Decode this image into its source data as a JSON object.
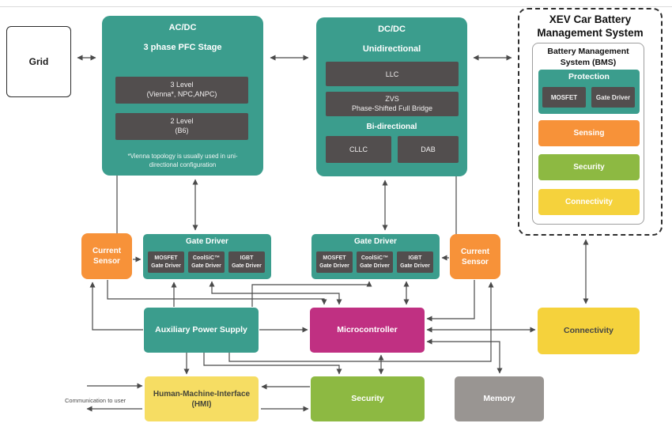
{
  "colors": {
    "teal": "#3B9D8D",
    "dark_box": "#524E4E",
    "orange": "#F79239",
    "magenta": "#C03082",
    "green": "#8DB942",
    "yellow": "#F5D23C",
    "yellow_light": "#F6DD63",
    "gray": "#999592",
    "arrow": "#4A4A4A"
  },
  "grid": {
    "label": "Grid"
  },
  "acdc": {
    "title": "AC/DC",
    "subtitle": "3 phase PFC Stage",
    "option1": {
      "line1": "3 Level",
      "line2": "(Vienna*, NPC,ANPC)"
    },
    "option2": {
      "line1": "2 Level",
      "line2": "(B6)"
    },
    "footnote_line1": "*Vienna topology is usually used in uni-",
    "footnote_line2": "directional configuration"
  },
  "dcdc": {
    "title": "DC/DC",
    "unidirectional_label": "Unidirectional",
    "llc": "LLC",
    "zvs": {
      "line1": "ZVS",
      "line2": "Phase-Shifted Full Bridge"
    },
    "bidirectional_label": "Bi-directional",
    "cllc": "CLLC",
    "dab": "DAB"
  },
  "bms": {
    "outer_title_line1": "XEV Car Battery",
    "outer_title_line2": "Management System",
    "inner_title_line1": "Battery Management",
    "inner_title_line2": "System (BMS)",
    "protection": {
      "title": "Protection",
      "mosfet": "MOSFET",
      "gate_driver": "Gate Driver"
    },
    "sensing": "Sensing",
    "security": "Security",
    "connectivity": "Connectivity"
  },
  "current_sensor": {
    "line1": "Current",
    "line2": "Sensor"
  },
  "gate_driver": {
    "title": "Gate Driver",
    "drivers": [
      {
        "line1": "MOSFET",
        "line2": "Gate Driver"
      },
      {
        "line1": "CoolSiC™",
        "line2": "Gate Driver"
      },
      {
        "line1": "IGBT",
        "line2": "Gate Driver"
      }
    ]
  },
  "aux_power_supply": {
    "label": "Auxiliary Power Supply"
  },
  "microcontroller": {
    "label": "Microcontroller"
  },
  "connectivity": {
    "label": "Connectivity"
  },
  "hmi": {
    "line1": "Human-Machine-Interface",
    "line2": "(HMI)"
  },
  "security": {
    "label": "Security"
  },
  "memory": {
    "label": "Memory"
  },
  "communication": {
    "label": "Communication to user"
  }
}
